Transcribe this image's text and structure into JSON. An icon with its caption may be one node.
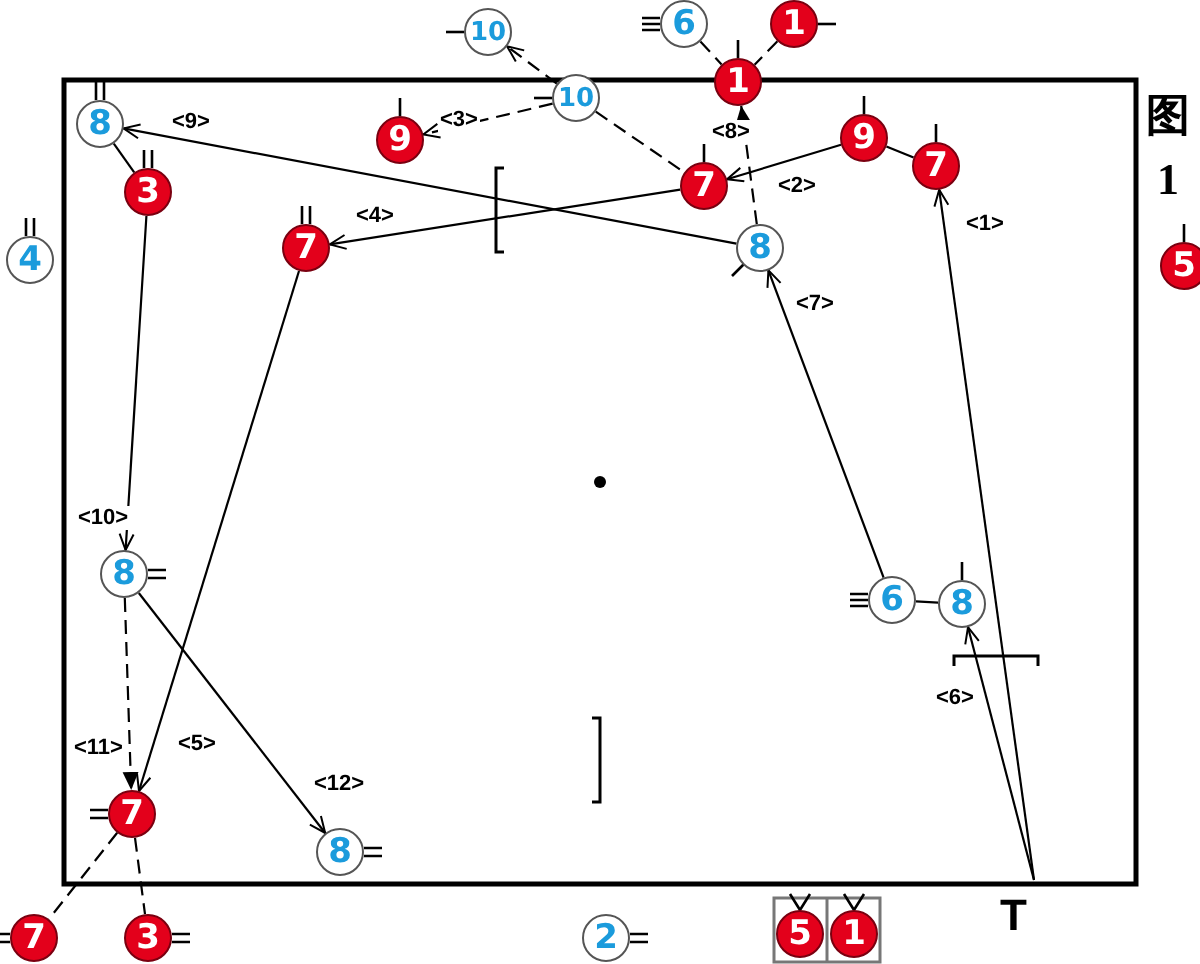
{
  "diagram": {
    "nodes": [
      {
        "text": [
          "10"
        ]
      },
      {
        "text": [
          "6"
        ]
      },
      {
        "text": [
          "1"
        ]
      },
      {
        "text": [
          "1"
        ]
      },
      {
        "text": [
          "10"
        ]
      },
      {
        "text": [
          "8"
        ]
      },
      {
        "text": [
          "9"
        ]
      },
      {
        "text": [
          "9"
        ]
      },
      {
        "text": [
          "7"
        ]
      },
      {
        "text": [
          "7"
        ]
      },
      {
        "text": [
          "3"
        ]
      },
      {
        "text": [
          "7"
        ]
      },
      {
        "text": [
          "8"
        ]
      },
      {
        "text": [
          "4"
        ]
      },
      {
        "text": [
          "5"
        ]
      },
      {
        "text": [
          "8"
        ]
      },
      {
        "text": [
          "6"
        ]
      },
      {
        "text": [
          "8"
        ]
      },
      {
        "text": [
          "7"
        ]
      },
      {
        "text": [
          "8"
        ]
      },
      {
        "text": [
          "7"
        ]
      },
      {
        "text": [
          "3"
        ]
      },
      {
        "text": [
          "2"
        ]
      },
      {
        "text": [
          "5"
        ]
      },
      {
        "text": [
          "1"
        ]
      }
    ],
    "edges": [
      {
        "from": null,
        "to": 8,
        "arrow": "to",
        "label": "<1>"
      },
      {
        "from": 8,
        "to": 7,
        "arrow": "none"
      },
      {
        "from": 7,
        "to": 9,
        "arrow": "to",
        "label": "<2>"
      },
      {
        "from": 4,
        "to": 6,
        "arrow": "to",
        "label": "<3>",
        "style": "dashed"
      },
      {
        "from": 9,
        "to": 11,
        "arrow": "to",
        "label": "<4>"
      },
      {
        "from": 11,
        "to": 18,
        "arrow": "to",
        "label": "<5>"
      },
      {
        "from": null,
        "to": 17,
        "arrow": "to",
        "label": "<6>"
      },
      {
        "from": 17,
        "to": 16,
        "arrow": "none"
      },
      {
        "from": 16,
        "to": 12,
        "arrow": "to",
        "label": "<7>"
      },
      {
        "from": 12,
        "to": 3,
        "arrow": "to",
        "label": "<8>",
        "style": "dashed"
      },
      {
        "from": 12,
        "to": 5,
        "arrow": "to",
        "label": "<9>"
      },
      {
        "from": 5,
        "to": 10,
        "arrow": "none"
      },
      {
        "from": 10,
        "to": 15,
        "arrow": "to",
        "label": "<10>"
      },
      {
        "from": 15,
        "to": 18,
        "arrow": "to",
        "label": "<11>",
        "style": "dashed"
      },
      {
        "from": 15,
        "to": 19,
        "arrow": "to",
        "label": "<12>"
      },
      {
        "from": 4,
        "to": 0,
        "arrow": "to",
        "style": "dashed"
      },
      {
        "from": 4,
        "to": 9,
        "arrow": "none",
        "style": "dashed"
      },
      {
        "from": 1,
        "to": 3,
        "arrow": "none",
        "style": "dashed"
      },
      {
        "from": 2,
        "to": 3,
        "arrow": "none",
        "style": "dashed"
      },
      {
        "from": 18,
        "to": 20,
        "arrow": "none",
        "style": "dashed"
      },
      {
        "from": 18,
        "to": 21,
        "arrow": "none",
        "style": "dashed"
      }
    ],
    "labels": [
      "图 1",
      "T"
    ]
  }
}
